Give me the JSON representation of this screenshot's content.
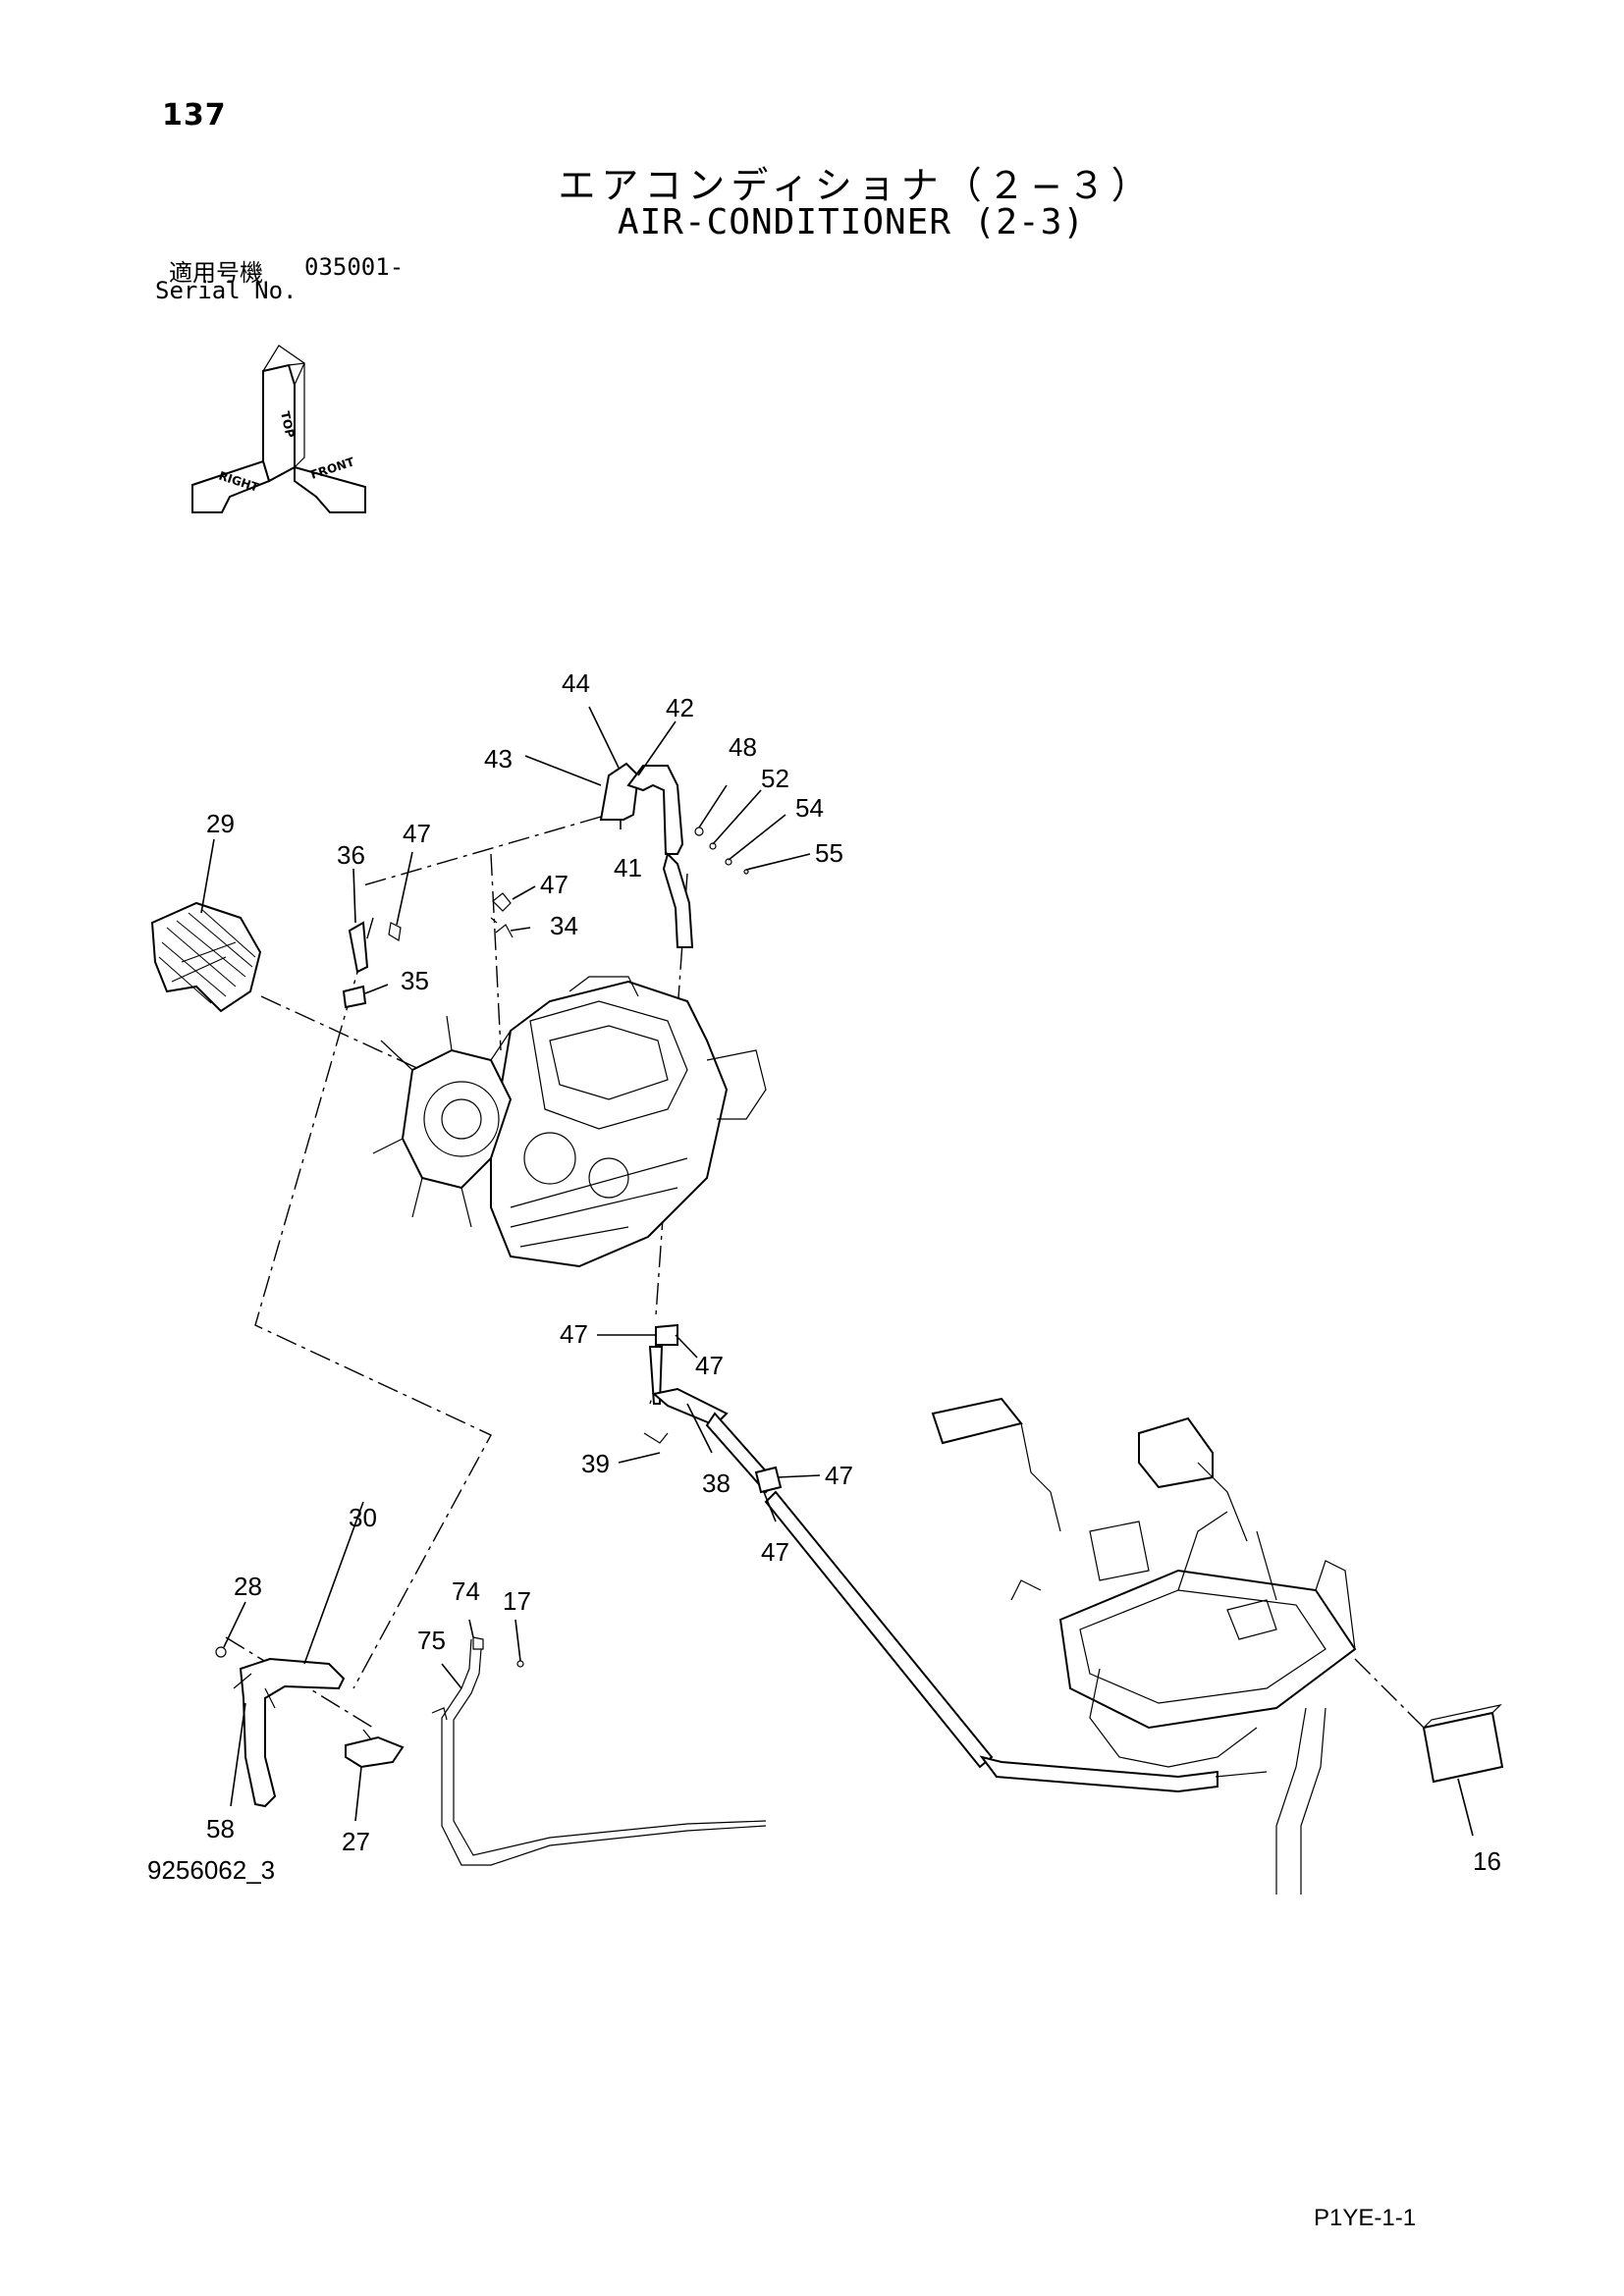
{
  "header": {
    "page_number": "137",
    "title_jp": "エアコンディショナ（２−３）",
    "title_en": "AIR-CONDITIONER (2-3)",
    "serial_label_jp": "適用号機",
    "serial_value": "035001-",
    "serial_label_en": "Serial No."
  },
  "orientation_indicator": {
    "top": "TOP",
    "front": "FRONT",
    "right": "RIGHT"
  },
  "callouts": [
    "44",
    "42",
    "43",
    "48",
    "52",
    "54",
    "55",
    "41",
    "29",
    "36",
    "47",
    "47",
    "34",
    "35",
    "47",
    "47",
    "39",
    "38",
    "47",
    "47",
    "30",
    "28",
    "74",
    "17",
    "75",
    "58",
    "27",
    "16"
  ],
  "footer": {
    "drawing_code": "9256062_3",
    "page_code": "P1YE-1-1"
  }
}
